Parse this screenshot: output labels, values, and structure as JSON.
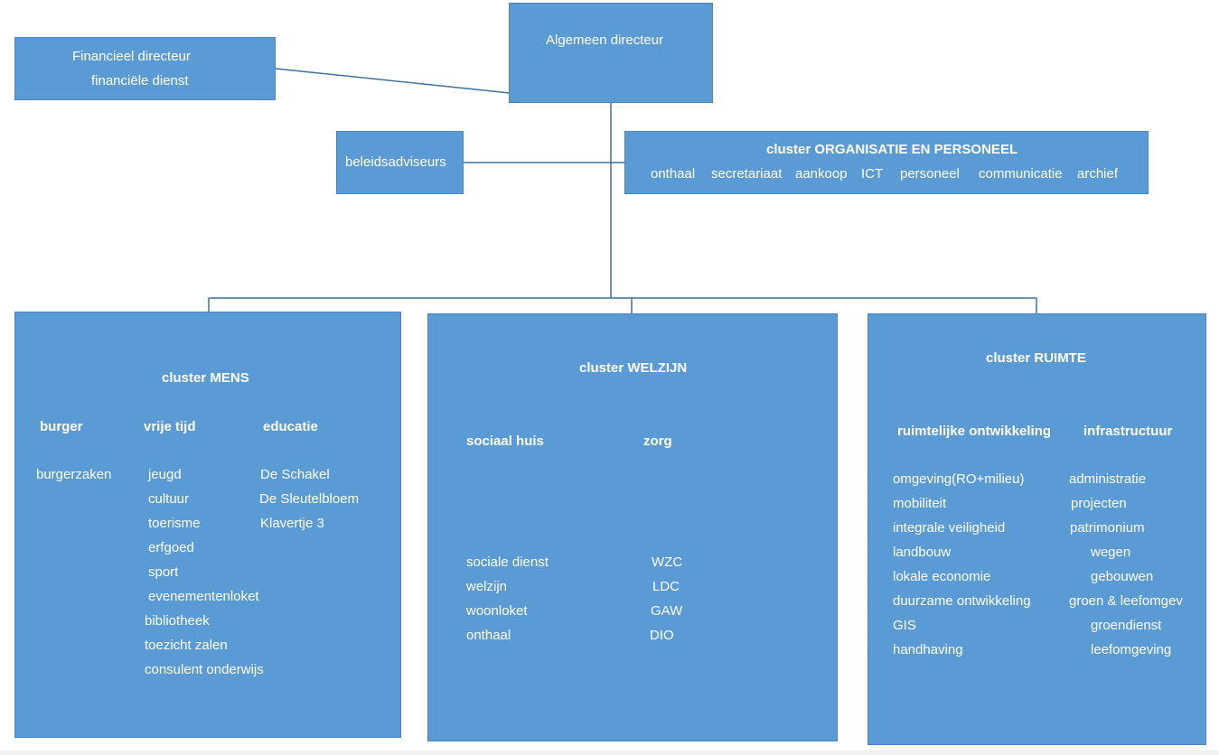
{
  "chart": {
    "top": {
      "algemeen": "Algemeen directeur",
      "financieel_line1": "Financieel directeur",
      "financieel_line2": "financiële dienst",
      "beleidsadviseurs": "beleidsadviseurs"
    },
    "organisatie": {
      "title": "cluster ORGANISATIE EN PERSONEEL",
      "items": [
        "onthaal",
        "secretariaat",
        "aankoop",
        "ICT",
        "personeel",
        "communicatie",
        "archief"
      ]
    },
    "mens": {
      "title": "cluster  MENS",
      "col1": {
        "head": "burger",
        "items": [
          "burgerzaken"
        ]
      },
      "col2": {
        "head": "vrije tijd",
        "items": [
          "jeugd",
          "cultuur",
          "toerisme",
          "erfgoed",
          "sport",
          "evenementenloket",
          "bibliotheek",
          "toezicht  zalen",
          "consulent onderwijs"
        ]
      },
      "col3": {
        "head": "educatie",
        "items": [
          "De Schakel",
          "De Sleutelbloem",
          "Klavertje 3"
        ]
      }
    },
    "welzijn": {
      "title": "cluster WELZIJN",
      "col1": {
        "head": "sociaal huis",
        "items": [
          "sociale dienst",
          "welzijn",
          "woonloket",
          "onthaal"
        ]
      },
      "col2": {
        "head": "zorg",
        "items": [
          "WZC",
          "LDC",
          "GAW",
          "DIO"
        ]
      }
    },
    "ruimte": {
      "title": "cluster RUIMTE",
      "col1": {
        "head": "ruimtelijke ontwikkeling",
        "items": [
          "omgeving(RO+milieu)",
          "mobiliteit",
          "integrale veiligheid",
          "landbouw",
          "lokale economie",
          "duurzame ontwikkeling",
          "GIS",
          "handhaving"
        ]
      },
      "col2": {
        "head": "infrastructuur",
        "items": [
          "administratie",
          "projecten",
          "patrimonium",
          "wegen",
          "gebouwen",
          "groen & leefomgev",
          "groendienst",
          "leefomgeving"
        ]
      }
    }
  },
  "colors": {
    "box_fill": "#5b9bd5",
    "box_border": "#4a86bd",
    "connector": "#41719c",
    "text": "#ffffff"
  }
}
